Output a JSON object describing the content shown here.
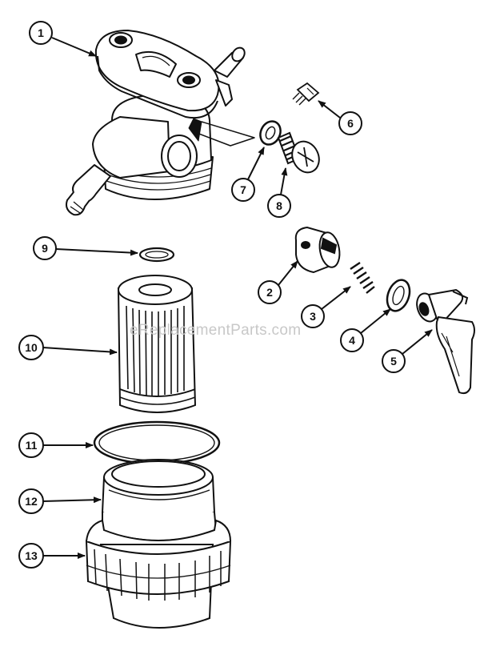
{
  "watermark": "eReplacementParts.com",
  "callouts": [
    {
      "label": "1"
    },
    {
      "label": "6"
    },
    {
      "label": "7"
    },
    {
      "label": "8"
    },
    {
      "label": "9"
    },
    {
      "label": "2"
    },
    {
      "label": "3"
    },
    {
      "label": "4"
    },
    {
      "label": "5"
    },
    {
      "label": "10"
    },
    {
      "label": "11"
    },
    {
      "label": "12"
    },
    {
      "label": "13"
    }
  ],
  "colors": {
    "ink": "#111111",
    "paper": "#ffffff",
    "watermark": "#c8c8c8"
  }
}
